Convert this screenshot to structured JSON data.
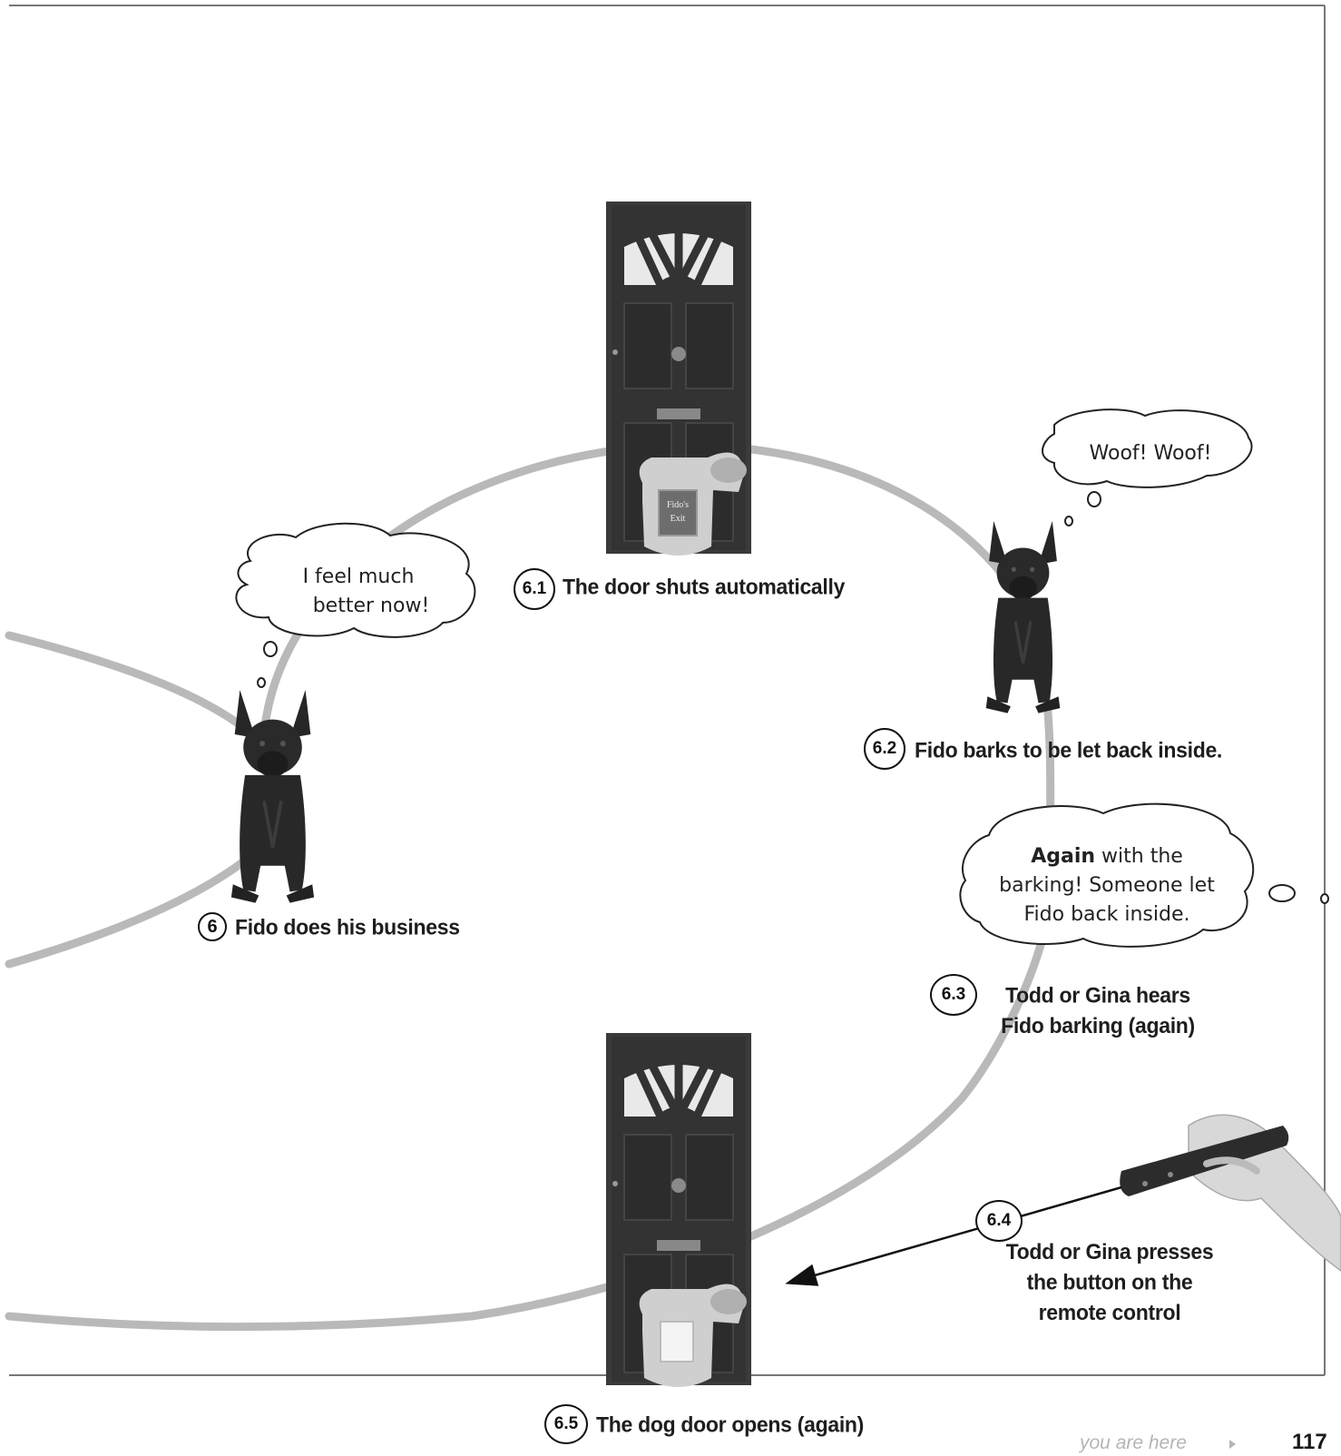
{
  "steps": [
    {
      "num": "6",
      "label": "Fido does his business"
    },
    {
      "num": "6.1",
      "label": "The door shuts automatically"
    },
    {
      "num": "6.2",
      "label": "Fido barks to be let back inside."
    },
    {
      "num": "6.3",
      "label_line1": "Todd or Gina hears",
      "label_line2": "Fido barking (again)"
    },
    {
      "num": "6.4",
      "label_line1": "Todd or Gina presses",
      "label_line2": "the button on the",
      "label_line3": "remote control"
    },
    {
      "num": "6.5",
      "label": "The dog door opens (again)"
    }
  ],
  "thoughts": {
    "fido_relief": {
      "line1": "I feel much",
      "line2": "better now!"
    },
    "fido_bark": {
      "text": "Woof! Woof!"
    },
    "owner": {
      "bold": "Again",
      "line1_rest": " with the",
      "line2": "barking! Someone let",
      "line3": "Fido back inside."
    }
  },
  "door_sign": {
    "line1": "Fido's",
    "line2": "Exit"
  },
  "footer": {
    "you_are_here": "you are here",
    "page_number": "117"
  },
  "icons": [
    "dog-icon",
    "door-icon",
    "remote-control-icon",
    "thought-bubble-icon",
    "arrow-icon"
  ],
  "colors": {
    "path": "#b9b9b9",
    "door": "#3a3a3a",
    "dog": "#262626",
    "text": "#1e1e1e"
  }
}
